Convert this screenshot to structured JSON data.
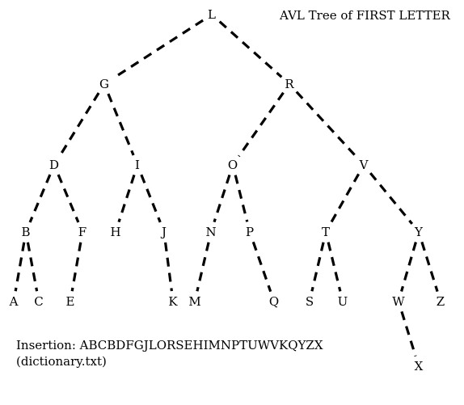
{
  "title": "AVL Tree of FIRST LETTER",
  "caption": {
    "insertion": "Insertion: ABCBDFGJLORSEHIMNPTUWVKQYZX",
    "source": "(dictionary.txt)"
  },
  "tree": {
    "nodes": [
      "L",
      "G",
      "R",
      "D",
      "I",
      "O",
      "V",
      "B",
      "F",
      "H",
      "J",
      "N",
      "P",
      "T",
      "Y",
      "A",
      "C",
      "E",
      "K",
      "M",
      "Q",
      "S",
      "U",
      "W",
      "Z",
      "X"
    ],
    "edges": [
      [
        "L",
        "G"
      ],
      [
        "L",
        "R"
      ],
      [
        "G",
        "D"
      ],
      [
        "G",
        "I"
      ],
      [
        "R",
        "O"
      ],
      [
        "R",
        "V"
      ],
      [
        "D",
        "B"
      ],
      [
        "D",
        "F"
      ],
      [
        "I",
        "H"
      ],
      [
        "I",
        "J"
      ],
      [
        "O",
        "N"
      ],
      [
        "O",
        "P"
      ],
      [
        "V",
        "T"
      ],
      [
        "V",
        "Y"
      ],
      [
        "B",
        "A"
      ],
      [
        "B",
        "C"
      ],
      [
        "F",
        "E"
      ],
      [
        "J",
        "K"
      ],
      [
        "N",
        "M"
      ],
      [
        "P",
        "Q"
      ],
      [
        "T",
        "S"
      ],
      [
        "T",
        "U"
      ],
      [
        "Y",
        "W"
      ],
      [
        "Y",
        "Z"
      ],
      [
        "W",
        "X"
      ]
    ]
  }
}
